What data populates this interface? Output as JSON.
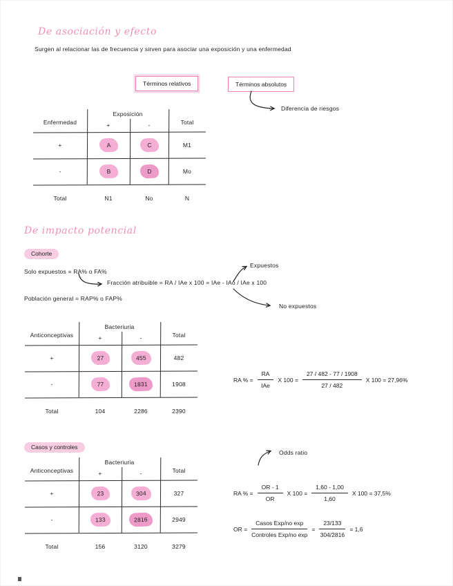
{
  "colors": {
    "pink_title": "#ef8fb8",
    "pink_blob": "#f5aed3",
    "pink_blob_dark": "#ee9ac8",
    "pink_highlight": "#f8cde2",
    "pink_border": "#ee82b2",
    "ink": "#1c1c1c"
  },
  "header": {
    "title": "De asociación y efecto",
    "intro": "Surgen al relacionar las de frecuencia y sirven para asociar una exposición y una enfermedad",
    "box_relative": "Términos relativos",
    "box_absolute": "Términos absolutos",
    "diferencia": "Diferencia de riesgos"
  },
  "table1": {
    "row_axis": "Enfermedad",
    "col_group": "Exposición",
    "plus": "+",
    "minus": "-",
    "total": "Total",
    "rows": [
      {
        "label": "+",
        "c1": "A",
        "c2": "C",
        "t": "M1"
      },
      {
        "label": "-",
        "c1": "B",
        "c2": "D",
        "t": "Mo"
      }
    ],
    "totals": {
      "label": "Total",
      "c1": "N1",
      "c2": "No",
      "t": "N"
    }
  },
  "impact": {
    "title": "De impacto potencial",
    "cohorte_label": "Cohorte",
    "solo": "Solo expuestos = RA% o FA%",
    "fraccion": "Fracción atribuible = RA / IAe x 100 = IAe - IAo / IAe x 100",
    "poblacion": "Población general = RAP% o FAP%",
    "expuestos": "Expuestos",
    "no_expuestos": "No expuestos"
  },
  "table2": {
    "row_axis": "Anticonceptivas",
    "col_group": "Bacteriuria",
    "plus": "+",
    "minus": "-",
    "total": "Total",
    "rows": [
      {
        "label": "+",
        "c1": "27",
        "c2": "455",
        "t": "482"
      },
      {
        "label": "-",
        "c1": "77",
        "c2": "1831",
        "t": "1908"
      }
    ],
    "totals": {
      "label": "Total",
      "c1": "104",
      "c2": "2286",
      "t": "2390"
    }
  },
  "cohort_formula": {
    "lhs": "RA % =",
    "f1_num": "RA",
    "f1_den": "IAe",
    "mid": "X 100 =",
    "f2_num": "27 / 482 - 77 / 1908",
    "f2_den": "27 / 482",
    "rhs": "X 100 = 27,96%"
  },
  "cc": {
    "label": "Casos y controles",
    "odds": "Odds ratio"
  },
  "table3": {
    "row_axis": "Anticonceptivas",
    "col_group": "Bacteriuria",
    "plus": "+",
    "minus": "-",
    "total": "Total",
    "rows": [
      {
        "label": "+",
        "c1": "23",
        "c2": "304",
        "t": "327"
      },
      {
        "label": "-",
        "c1": "133",
        "c2": "2816",
        "t": "2949"
      }
    ],
    "totals": {
      "label": "Total",
      "c1": "156",
      "c2": "3120",
      "t": "3279"
    }
  },
  "cc_formula1": {
    "lhs": "RA % =",
    "f1_num": "OR - 1",
    "f1_den": "OR",
    "mid": "X 100 =",
    "f2_num": "1,60 - 1,00",
    "f2_den": "1,60",
    "rhs": "X 100 = 37,5%"
  },
  "cc_formula2": {
    "lhs": "OR =",
    "f1_num": "Casos Exp/no exp",
    "f1_den": "Controles Exp/no exp",
    "mid": "=",
    "f2_num": "23/133",
    "f2_den": "304/2816",
    "rhs": "= 1,6"
  }
}
